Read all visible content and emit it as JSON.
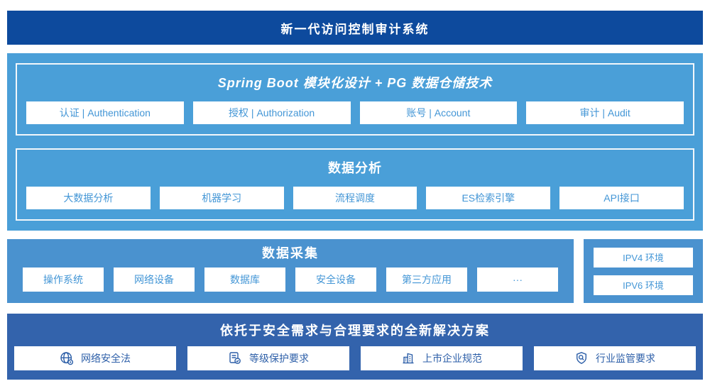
{
  "colors": {
    "header_blue": "#0d4a9d",
    "panel_blue": "#4a9fd8",
    "collection_blue": "#4a92cf",
    "solution_blue": "#3363ac",
    "panel_button_text": "#4396d6",
    "solution_button_text": "#2d5fa8"
  },
  "header": {
    "title": "新一代访问控制审计系统"
  },
  "platform": {
    "spring_boot": {
      "title": "Spring Boot 模块化设计 + PG 数据仓储技术",
      "buttons": [
        "认证 | Authentication",
        "授权 | Authorization",
        "账号 | Account",
        "审计 | Audit"
      ]
    },
    "data_analysis": {
      "title": "数据分析",
      "buttons": [
        "大数据分析",
        "机器学习",
        "流程调度",
        "ES检索引擎",
        "API接口"
      ]
    }
  },
  "data_collection": {
    "title": "数据采集",
    "buttons": [
      "操作系统",
      "网络设备",
      "数据库",
      "安全设备",
      "第三方应用",
      "···"
    ],
    "environments": [
      "IPV4 环境",
      "IPV6 环境"
    ]
  },
  "solution": {
    "title": "依托于安全需求与合理要求的全新解决方案",
    "buttons": [
      {
        "icon": "globe-network-icon",
        "label": "网络安全法"
      },
      {
        "icon": "document-check-icon",
        "label": "等级保护要求"
      },
      {
        "icon": "building-icon",
        "label": "上市企业规范"
      },
      {
        "icon": "shield-search-icon",
        "label": "行业监管要求"
      }
    ]
  }
}
